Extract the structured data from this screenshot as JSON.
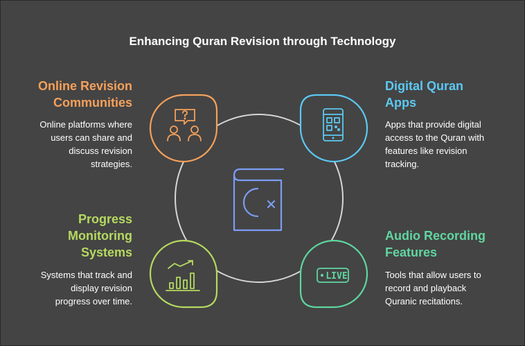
{
  "title": "Enhancing Quran Revision through Technology",
  "colors": {
    "background": "#444444",
    "orange": "#f5a05a",
    "blue": "#5cc8f2",
    "green_light": "#b5d960",
    "teal": "#5fd6a0",
    "ring": "#d6d6d6",
    "book": "#7d9cf4"
  },
  "items": [
    {
      "heading_line1": "Online Revision",
      "heading_line2": "Communities",
      "desc": [
        "Online platforms where",
        "users can share and",
        "discuss revision",
        "strategies."
      ],
      "icon": "users-question-icon"
    },
    {
      "heading_line1": "Digital Quran",
      "heading_line2": "Apps",
      "desc": [
        "Apps that provide digital",
        "access to the Quran with",
        "features like revision",
        "tracking."
      ],
      "icon": "mobile-qr-icon"
    },
    {
      "heading_line1": "Progress",
      "heading_line2": "Monitoring",
      "heading_line3": "Systems",
      "desc": [
        "Systems that track and",
        "display revision",
        "progress over time."
      ],
      "icon": "growth-chart-icon"
    },
    {
      "heading_line1": "Audio Recording",
      "heading_line2": "Features",
      "desc": [
        "Tools that allow users to",
        "record and playback",
        "Quranic recitations."
      ],
      "icon": "live-badge-icon",
      "live_label": "LIVE"
    }
  ],
  "center_icon": "quran-book-icon"
}
